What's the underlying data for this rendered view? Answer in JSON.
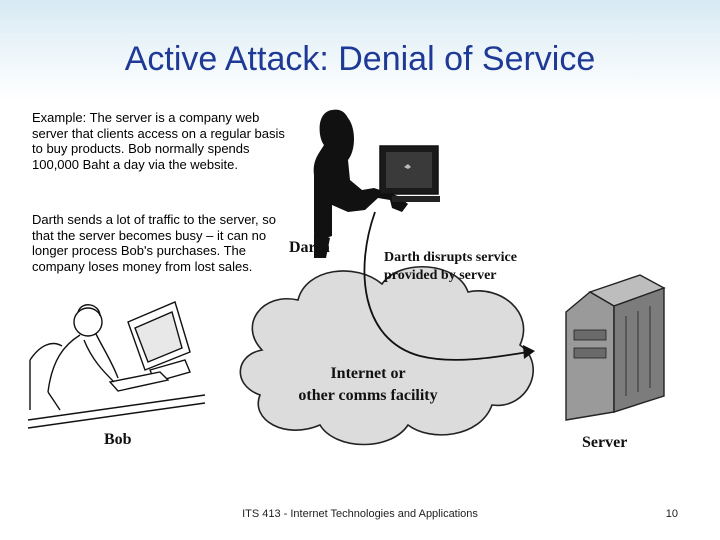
{
  "slide": {
    "title": "Active Attack: Denial of Service",
    "paragraph1": "Example: The server is a company web server that clients access on a regular basis to buy products. Bob normally spends 100,000 Baht a day via the website.",
    "paragraph2": "Darth sends a lot of traffic to the server, so that the server becomes busy – it can no longer process Bob's purchases. The company loses money from lost sales.",
    "footer": "ITS 413 - Internet Technologies and Applications",
    "page_number": "10"
  },
  "diagram": {
    "darth_label": "Darth",
    "disrupt_line1": "Darth disrupts service",
    "disrupt_line2": "provided by server",
    "cloud_line1": "Internet or",
    "cloud_line2": "other comms facility",
    "bob_label": "Bob",
    "server_label": "Server"
  },
  "colors": {
    "title": "#1f3a96",
    "cloud_fill": "#dcdcdc",
    "band": "#d7e9f3"
  }
}
